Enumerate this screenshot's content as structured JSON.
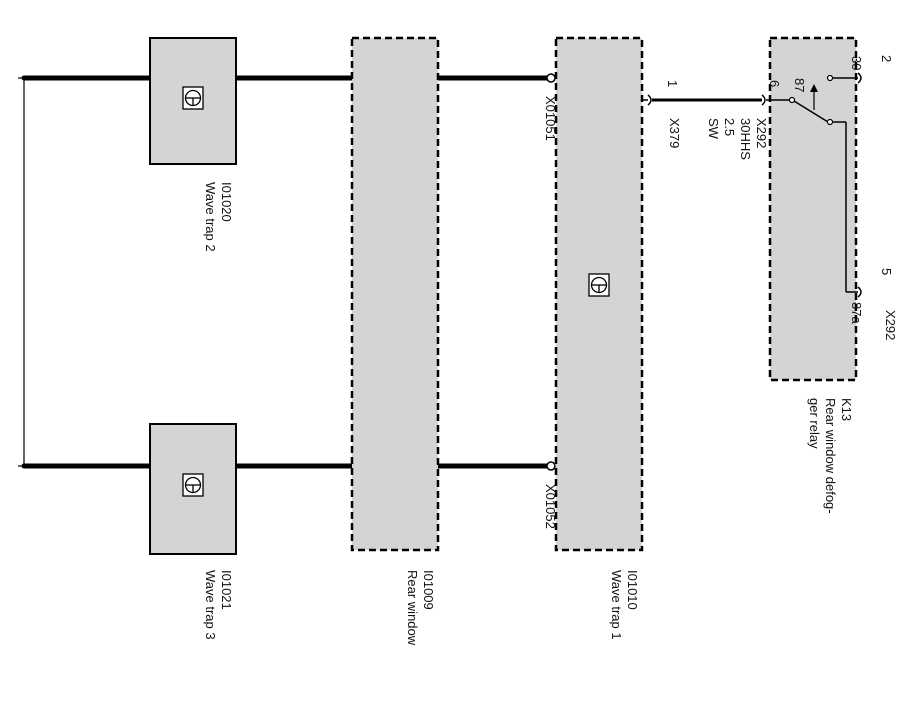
{
  "components": {
    "wave_trap_2": {
      "code": "I01020",
      "name": "Wave trap 2"
    },
    "wave_trap_3": {
      "code": "I01021",
      "name": "Wave trap 3"
    },
    "rear_window": {
      "code": "I01009",
      "name": "Rear window"
    },
    "wave_trap_1": {
      "code": "I01010",
      "name": "Wave trap 1"
    },
    "relay": {
      "code": "K13",
      "name_line1": "Rear window defog-",
      "name_line2": "ger relay"
    }
  },
  "connectors": {
    "x01051": "X01051",
    "x01052": "X01052",
    "x379": "X379",
    "x292_top": "X292",
    "x292_bottom": "X292"
  },
  "pins": {
    "x379_pin": "1",
    "x292_pin6": "6",
    "x292_pin2": "2",
    "x292_pin5": "5",
    "relay_87": "87",
    "relay_30": "30",
    "relay_87a": "87a"
  },
  "wire": {
    "function": "30HHS",
    "gauge": "2.5",
    "color": "SW"
  }
}
